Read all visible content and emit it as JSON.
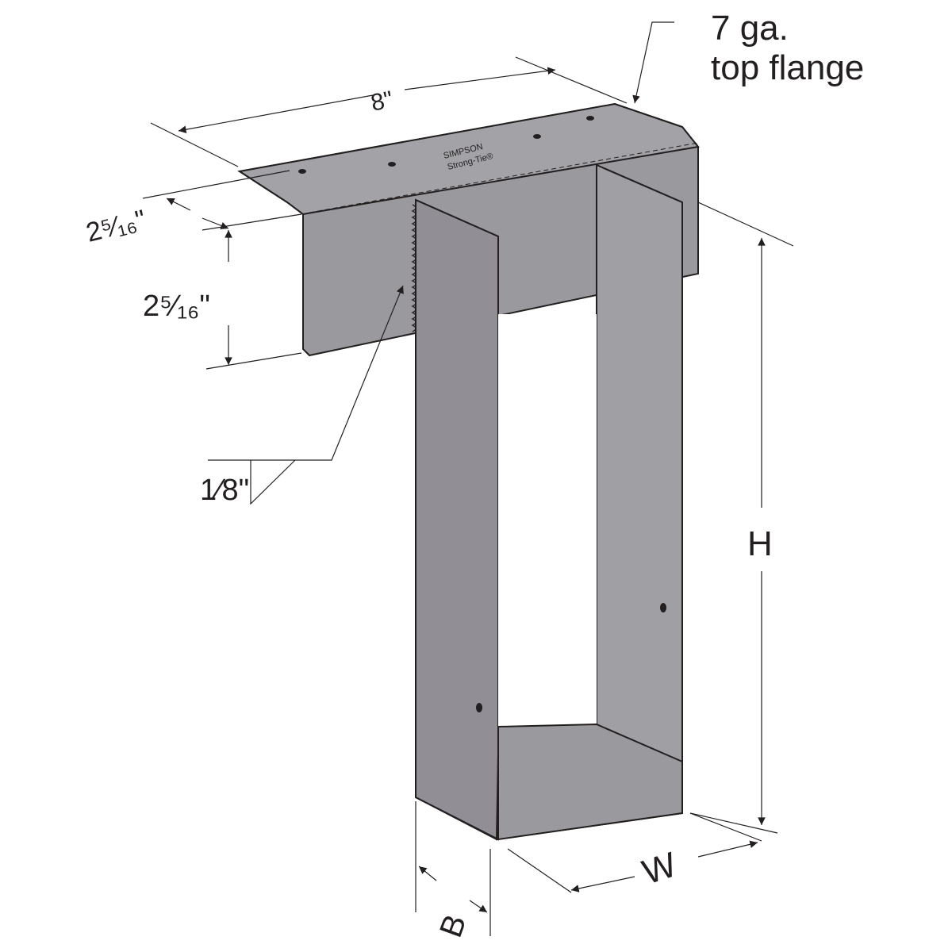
{
  "diagram": {
    "title": "Top flange hanger dimension drawing",
    "colors": {
      "metal": "#9a999e",
      "metal_dark": "#8d8c91",
      "line": "#231f20",
      "background": "#ffffff"
    },
    "labels": {
      "width_top": "8\"",
      "flange_gauge_line1": "7 ga.",
      "flange_gauge_line2": "top flange",
      "top_flange_depth": "2⁵⁄₁₆\"",
      "face_depth": "2⁵⁄₁₆\"",
      "weld_size": "1⁄8\"",
      "height": "H",
      "width": "W",
      "bearing": "B"
    },
    "stamp": {
      "line1": "SIMPSON",
      "line2": "Strong-Tie®"
    }
  }
}
